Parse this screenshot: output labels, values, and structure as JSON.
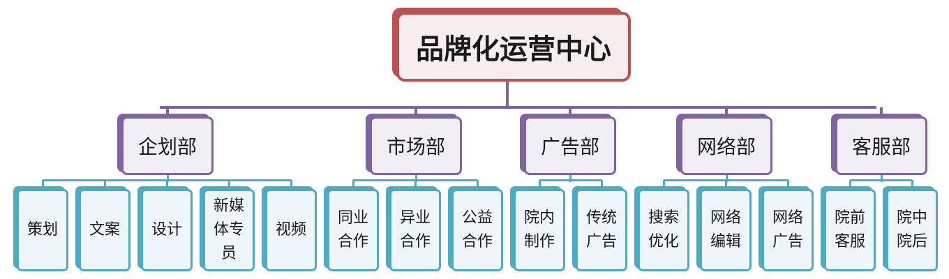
{
  "root": {
    "label": "品牌化运营中心",
    "color": "#c0504d"
  },
  "colors": {
    "dept": "#8064a2",
    "team": "#4bacc6"
  },
  "departments": [
    {
      "label": "企划部",
      "teams": [
        "策划",
        "文案",
        "设计",
        "新媒\n体专\n员",
        "视频"
      ]
    },
    {
      "label": "市场部",
      "teams": [
        "同业\n合作",
        "异业\n合作",
        "公益\n合作"
      ]
    },
    {
      "label": "广告部",
      "teams": [
        "院内\n制作",
        "传统\n广告"
      ]
    },
    {
      "label": "网络部",
      "teams": [
        "搜索\n优化",
        "网络\n编辑",
        "网络\n广告"
      ]
    },
    {
      "label": "客服部",
      "teams": [
        "院前\n客服",
        "院中\n院后"
      ]
    }
  ]
}
